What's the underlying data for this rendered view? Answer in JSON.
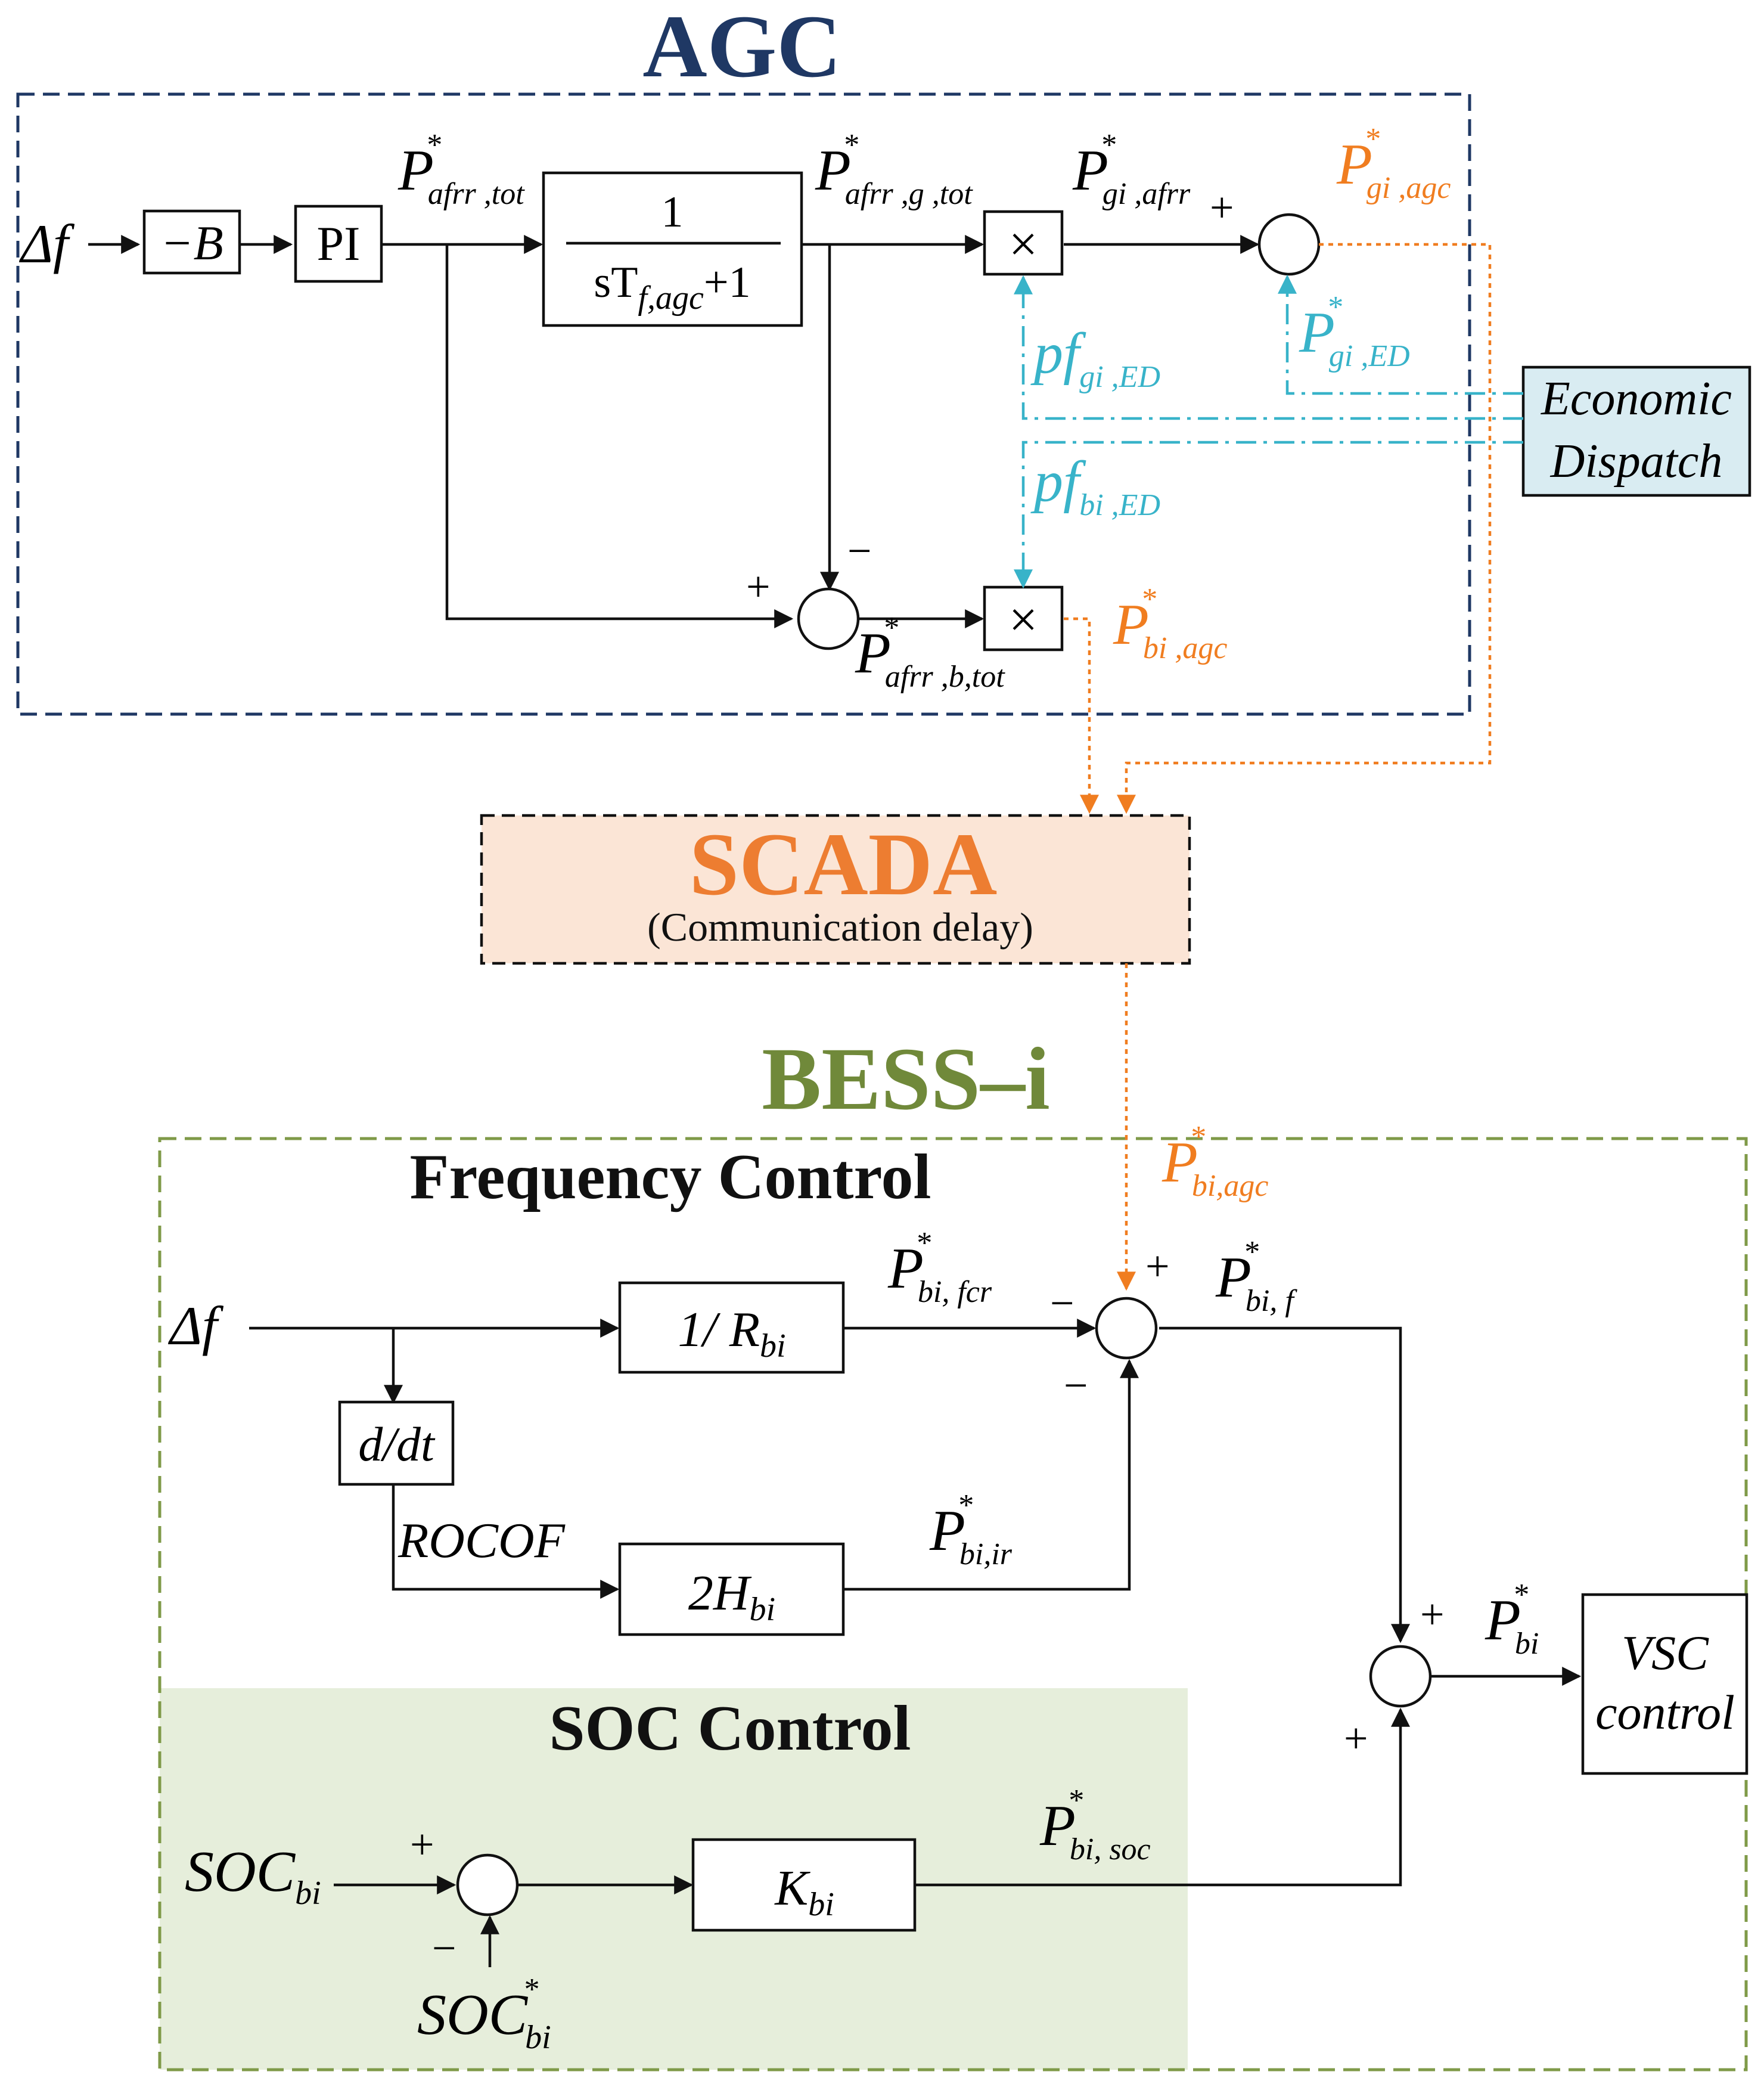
{
  "colors": {
    "agc_title": "#1f3864",
    "agc_border": "#1f3864",
    "scada_title": "#ed7d31",
    "scada_fill": "#fbe5d6",
    "bess_title": "#70893a",
    "bess_border": "#7f9a48",
    "soc_fill": "#e6eedb",
    "ed_fill": "#d9ecf2",
    "orange_signal": "#f07d20",
    "cyan_signal": "#38b3c9"
  },
  "agc": {
    "title": "AGC",
    "input": "Δf",
    "gain_block": "−B",
    "pi_block": "PI",
    "tf_num": "1",
    "tf_den_s": "sT",
    "tf_den_sub": "f,agc",
    "tf_den_tail": "+1",
    "signals": {
      "p_afrr_tot": {
        "sym": "P",
        "sup": "*",
        "sub": "afrr ,tot"
      },
      "p_afrr_g_tot": {
        "sym": "P",
        "sup": "*",
        "sub": "afrr ,g ,tot"
      },
      "p_gi_afrr": {
        "sym": "P",
        "sup": "*",
        "sub": "gi ,afrr"
      },
      "p_gi_agc": {
        "sym": "P",
        "sup": "*",
        "sub": "gi ,agc"
      },
      "p_gi_ed": {
        "sym": "P",
        "sup": "*",
        "sub": "gi ,ED"
      },
      "pf_gi_ed": {
        "sym": "pf",
        "sub": "gi ,ED"
      },
      "pf_bi_ed": {
        "sym": "pf",
        "sub": "bi ,ED"
      },
      "p_afrr_b_tot": {
        "sym": "P",
        "sup": "*",
        "sub": "afrr ,b,tot"
      },
      "p_bi_agc": {
        "sym": "P",
        "sup": "*",
        "sub": "bi ,agc"
      }
    },
    "mult_symbol": "×",
    "plus": "+",
    "minus": "−"
  },
  "economic_dispatch": {
    "line1": "Economic",
    "line2": "Dispatch"
  },
  "scada": {
    "title": "SCADA",
    "subtitle": "(Communication delay)"
  },
  "bess": {
    "title": "BESS–i",
    "freq_title": "Frequency Control",
    "soc_title": "SOC Control",
    "input": "Δf",
    "droop_block": {
      "pre": "1/ R",
      "sub": "bi"
    },
    "deriv_block": "d/dt",
    "rocof_label": "ROCOF",
    "inertia_block": {
      "pre": "2H",
      "sub": "bi"
    },
    "soc_gain_block": {
      "pre": "K",
      "sub": "bi"
    },
    "vsc_line1": "VSC",
    "vsc_line2": "control",
    "soc_input": {
      "sym": "SOC",
      "sub": "bi"
    },
    "soc_ref": {
      "sym": "SOC",
      "sup": "*",
      "sub": "bi"
    },
    "signals": {
      "p_bi_agc": {
        "sym": "P",
        "sup": "*",
        "sub": "bi,agc"
      },
      "p_bi_fcr": {
        "sym": "P",
        "sup": "*",
        "sub": "bi, fcr"
      },
      "p_bi_f": {
        "sym": "P",
        "sup": "*",
        "sub": "bi, f"
      },
      "p_bi_ir": {
        "sym": "P",
        "sup": "*",
        "sub": "bi,ir"
      },
      "p_bi_soc": {
        "sym": "P",
        "sup": "*",
        "sub": "bi, soc"
      },
      "p_bi": {
        "sym": "P",
        "sup": "*",
        "sub": "bi"
      }
    },
    "plus": "+",
    "minus": "−"
  }
}
